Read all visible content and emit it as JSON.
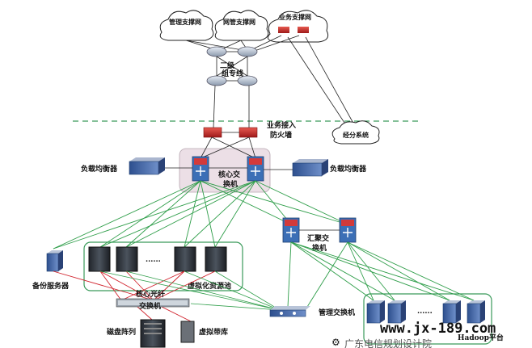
{
  "clouds": {
    "mgmt": "管理支撑网",
    "netmgmt": "网管支撑网",
    "business": "业务支撑网",
    "billing": "经分系统"
  },
  "labels": {
    "backbone": "二级",
    "backbone2": "组专线",
    "firewall": "业务接入",
    "firewall2": "防火墙",
    "core": "核心交",
    "core2": "换机",
    "lb_left": "负载均衡器",
    "lb_right": "负载均衡器",
    "agg": "汇聚交",
    "agg2": "换机",
    "dots_servers": "......",
    "virt_pool": "虚拟化资源池",
    "backup": "备份服务器",
    "fc_switch": "核心光纤",
    "fc_switch2": "交换机",
    "mgmt_switch": "管理交换机",
    "disk_array": "磁盘阵列",
    "tape": "虚拟带库",
    "dots_hadoop": "......",
    "hadoop": "Hadoop平台"
  },
  "watermark": {
    "url": "www.jx-189.com",
    "org": "广东电信规划设计院"
  },
  "colors": {
    "dashed_boundary": "#3a9a5a",
    "green_link": "#2f9e4a",
    "red_link": "#d0202a",
    "black_link": "#222222",
    "core_box_fill": "#ecdfe6",
    "pool_box": "#3a9a5a"
  }
}
